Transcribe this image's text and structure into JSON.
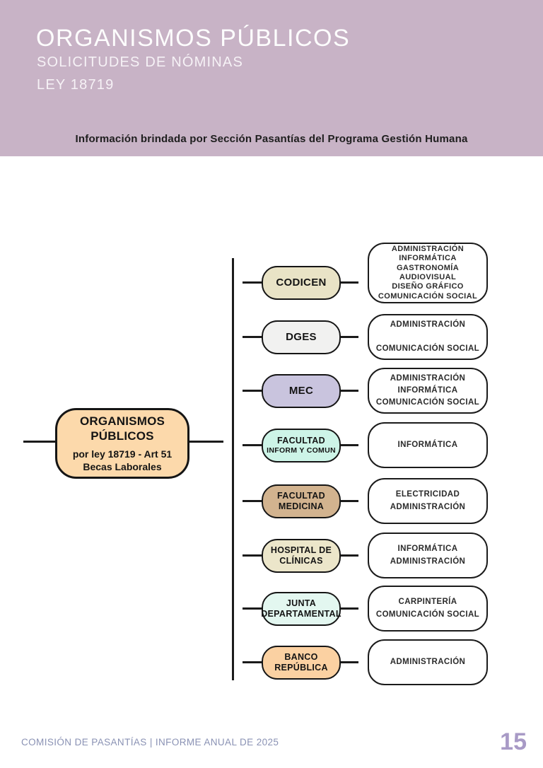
{
  "header": {
    "title": "ORGANISMOS PÚBLICOS",
    "subtitle": "SOLICITUDES DE NÓMINAS",
    "law": "LEY 18719",
    "note": "Información brindada por Sección Pasantías del Programa Gestión Humana",
    "background_color": "#c8b3c6"
  },
  "diagram": {
    "root": {
      "title_lines": [
        "ORGANISMOS",
        "PÚBLICOS"
      ],
      "subtitle_lines": [
        "por ley 18719 - Art 51",
        "Becas Laborales"
      ],
      "color": "#fcd9ab"
    },
    "nodes": [
      {
        "label_lines": [
          "CODICEN"
        ],
        "color": "#e9e3c6",
        "areas": [
          "ADMINISTRACIÓN",
          "INFORMÁTICA",
          "GASTRONOMÍA",
          "AUDIOVISUAL",
          "DISEÑO GRÁFICO",
          "COMUNICACIÓN SOCIAL"
        ]
      },
      {
        "label_lines": [
          "DGES"
        ],
        "color": "#f1f1f0",
        "areas": [
          "ADMINISTRACIÓN",
          "",
          "COMUNICACIÓN SOCIAL"
        ]
      },
      {
        "label_lines": [
          "MEC"
        ],
        "color": "#c9c4de",
        "areas": [
          "ADMINISTRACIÓN",
          "INFORMÁTICA",
          "COMUNICACIÓN SOCIAL"
        ]
      },
      {
        "label_lines": [
          "FACULTAD",
          "INFORM Y COMUN"
        ],
        "color": "#cdf4e7",
        "areas": [
          "INFORMÁTICA"
        ]
      },
      {
        "label_lines": [
          "FACULTAD",
          "MEDICINA"
        ],
        "color": "#d2b38f",
        "areas": [
          "ELECTRICIDAD",
          "ADMINISTRACIÓN"
        ]
      },
      {
        "label_lines": [
          "HOSPITAL DE",
          "CLÍNICAS"
        ],
        "color": "#ece6ca",
        "areas": [
          "INFORMÁTICA",
          "ADMINISTRACIÓN"
        ]
      },
      {
        "label_lines": [
          "JUNTA",
          "DEPARTAMENTAL"
        ],
        "color": "#e3f7f0",
        "areas": [
          "CARPINTERÍA",
          "COMUNICACIÓN SOCIAL"
        ]
      },
      {
        "label_lines": [
          "BANCO",
          "REPÚBLICA"
        ],
        "color": "#fbd1a2",
        "areas": [
          "ADMINISTRACIÓN"
        ]
      }
    ]
  },
  "footer": {
    "text": "COMISIÓN DE PASANTÍAS | INFORME ANUAL DE 2025",
    "page_number": "15"
  }
}
